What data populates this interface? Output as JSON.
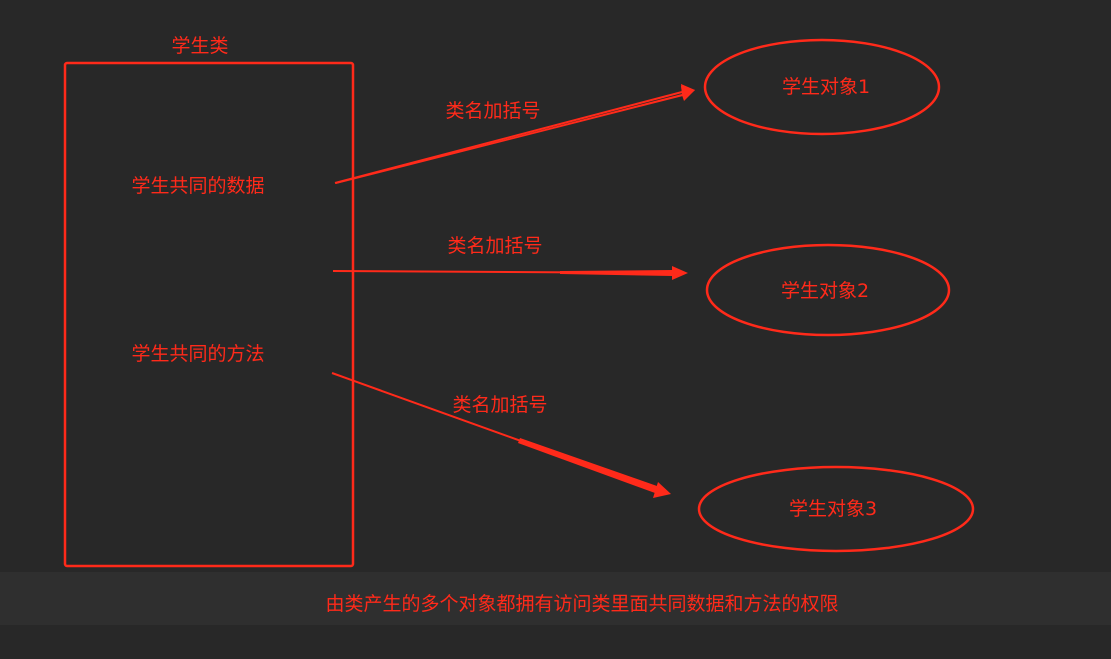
{
  "diagram": {
    "class_label": "学生类",
    "class_data_label": "学生共同的数据",
    "class_method_label": "学生共同的方法",
    "arrows": [
      {
        "label": "类名加括号"
      },
      {
        "label": "类名加括号"
      },
      {
        "label": "类名加括号"
      }
    ],
    "objects": [
      {
        "label": "学生对象1"
      },
      {
        "label": "学生对象2"
      },
      {
        "label": "学生对象3"
      }
    ],
    "caption": "由类产生的多个对象都拥有访问类里面共同数据和方法的权限",
    "colors": {
      "background": "#282828",
      "caption_band": "#2f2f2f",
      "stroke": "#ff2a1a",
      "text": "#ff2a1a"
    }
  }
}
